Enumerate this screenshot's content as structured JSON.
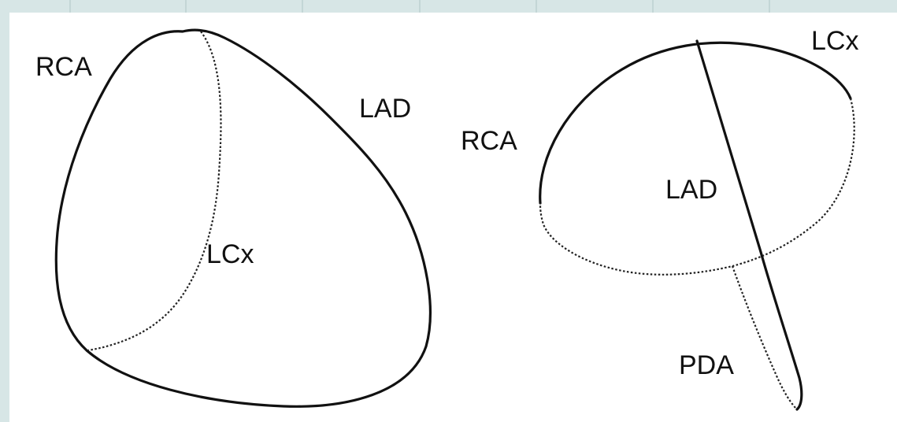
{
  "left_view": {
    "labels": {
      "rca": "RCA",
      "lad": "LAD",
      "lcx": "LCx"
    }
  },
  "right_view": {
    "labels": {
      "rca": "RCA",
      "lcx": "LCx",
      "lad": "LAD",
      "pda": "PDA"
    }
  }
}
